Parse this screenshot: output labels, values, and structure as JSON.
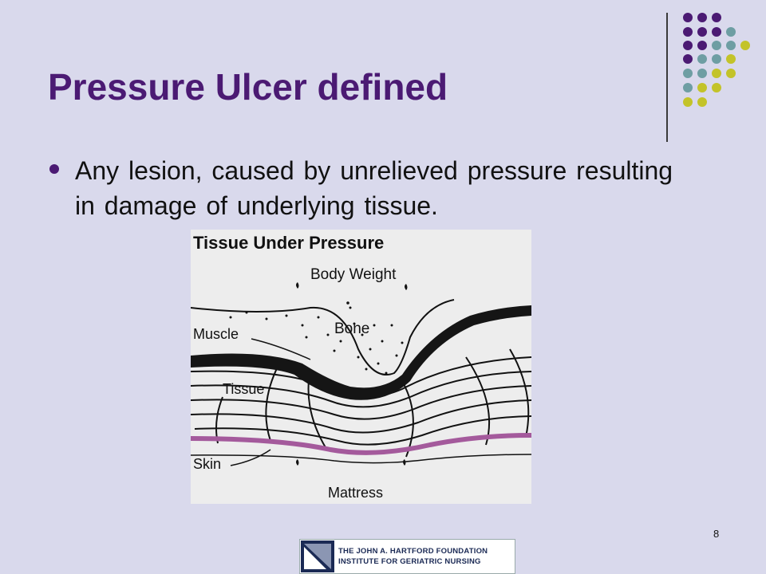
{
  "slide": {
    "title": "Pressure Ulcer defined",
    "bullets": [
      "Any lesion, caused by unrelieved pressure resulting in damage of underlying tissue."
    ],
    "page_number": "8"
  },
  "diagram": {
    "title": "Tissue  Under  Pressure",
    "labels": {
      "body_weight": "Body  Weight",
      "bone": "Bone",
      "muscle": "Muscle",
      "tissue": "Tissue",
      "skin": "Skin",
      "mattress": "Mattress"
    }
  },
  "footer": {
    "logo_line1": "THE JOHN A. HARTFORD FOUNDATION",
    "logo_line2": "INSTITUTE FOR GERIATRIC NURSING"
  },
  "colors": {
    "title": "#4b1a73",
    "purple_dot": "#4b1a73",
    "teal_dot": "#6e9ea3",
    "yellow_dot": "#c3c329",
    "background": "#d9d9ec"
  }
}
